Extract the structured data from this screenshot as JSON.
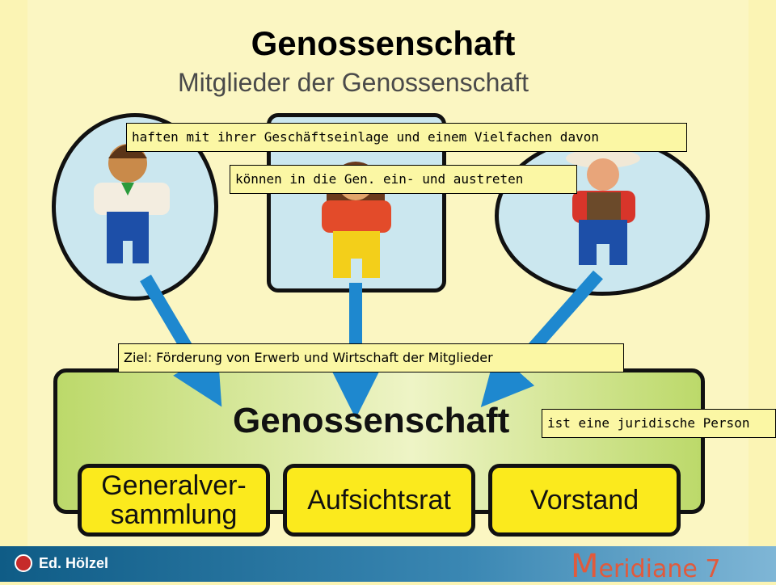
{
  "title": "Genossenschaft",
  "subtitle": "Mitglieder der Genossenschaft",
  "callouts": {
    "haftung": "haften mit ihrer Geschäftseinlage und einem Vielfachen davon",
    "eintritt": "können in die Gen. ein- und austreten",
    "ziel": "Ziel: Förderung von Erwerb und Wirtschaft der Mitglieder",
    "person": "ist eine juridische Person"
  },
  "main_label": "Genossenschaft",
  "organs": [
    {
      "line1": "Generalver-",
      "line2": "sammlung"
    },
    {
      "line1": "Aufsichtsrat"
    },
    {
      "line1": "Vorstand"
    }
  ],
  "footer": {
    "publisher": "Ed. Hölzel",
    "brand_initial": "M",
    "brand_rest": "eridiane 7"
  },
  "colors": {
    "background": "#fbf6c2",
    "bubble": "#cbe7ef",
    "arrow": "#1e88cf",
    "organ": "#fbea1d",
    "callout": "#fbf7a4"
  }
}
